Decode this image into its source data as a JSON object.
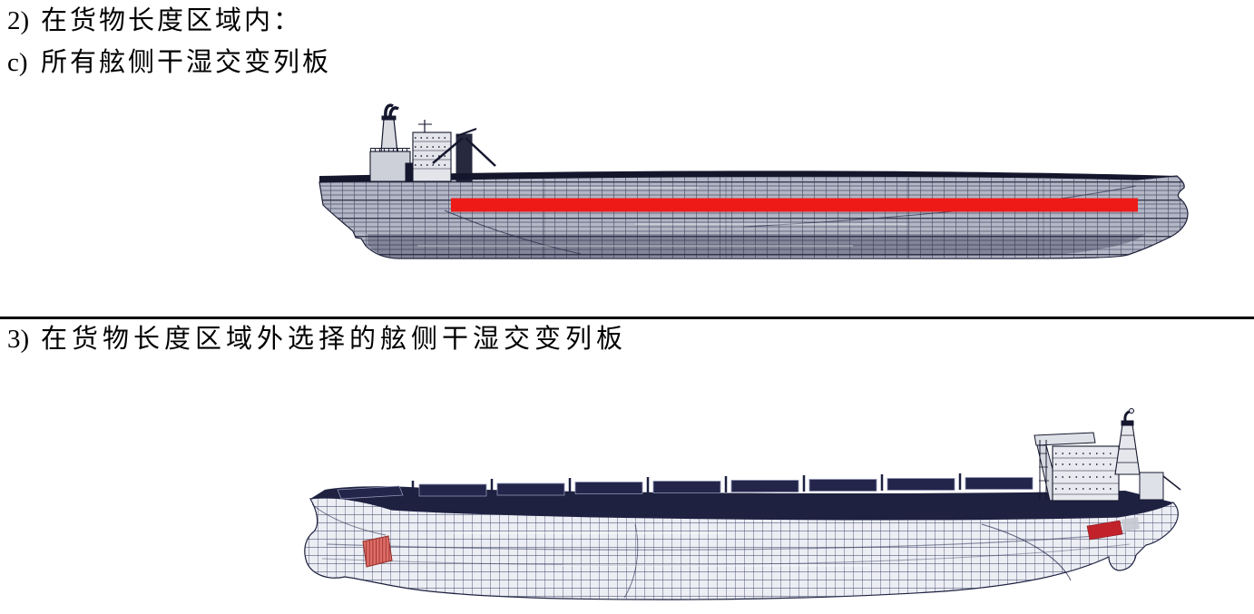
{
  "document": {
    "background": "#ffffff",
    "items": [
      {
        "marker": "2)",
        "text": "在货物长度区域内："
      },
      {
        "marker": "c)",
        "text": "所有舷侧干湿交变列板"
      },
      {
        "marker": "3)",
        "text": "在货物长度区域外选择的舷侧干湿交变列板"
      }
    ],
    "divider_color": "#000000"
  },
  "figures": {
    "side_view": {
      "label": "cargo-ship-side-view-wireframe",
      "highlight": "#ee1a18",
      "hull_fill": "#b3b6c4",
      "line_color": "#23263f",
      "sheer_band": "#14162c"
    },
    "perspective_view": {
      "label": "cargo-ship-perspective-wireframe",
      "hull_fill": "#eceef4",
      "line_color": "#1d2040",
      "deck_band": "#1e2140",
      "bow_highlight": "#dd6e68",
      "bow_hatch": "#a23331",
      "stern_highlight": "#c2232a"
    }
  }
}
